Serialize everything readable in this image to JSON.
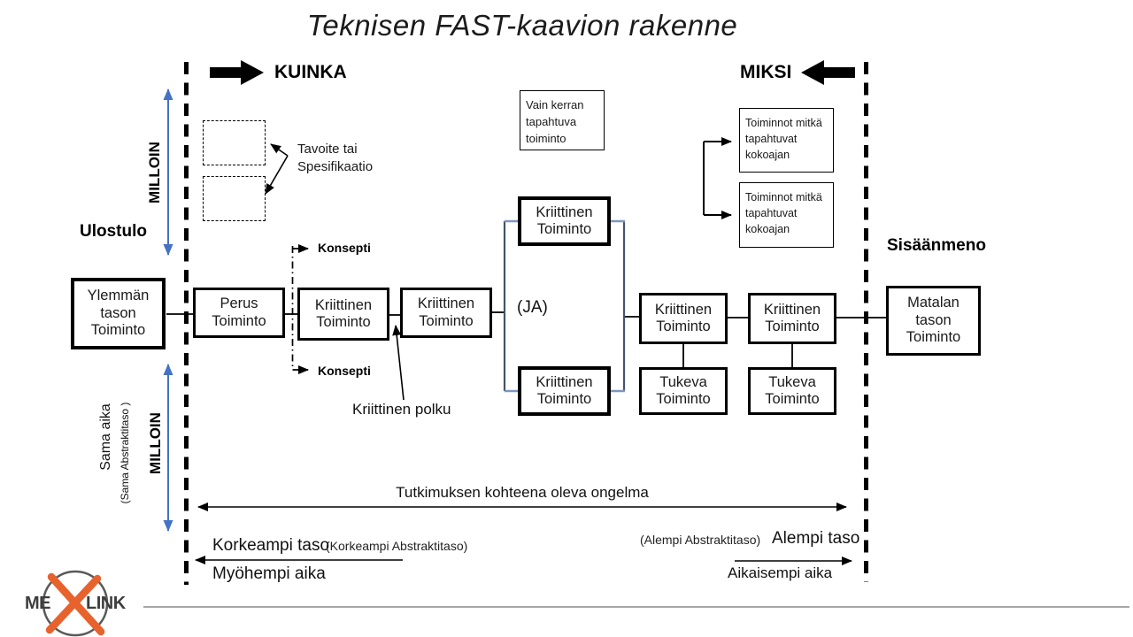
{
  "slide": {
    "title": "Teknisen FAST-kaavion rakenne"
  },
  "directions": {
    "kuinka": "KUINKA",
    "miksi": "MIKSI",
    "milloin_top": "MILLOIN",
    "milloin_bottom": "MILLOIN",
    "ulostulo": "Ulostulo",
    "sisaanmeno": "Sisäänmeno",
    "sama_aika": "Sama aika",
    "sama_abstraktitaso": "(Sama Abstraktitaso )"
  },
  "boxes": {
    "ylemman": "Ylemmän tason Toiminto",
    "perus": "Perus Toiminto",
    "kriittinen": "Kriittinen Toiminto",
    "tukeva": "Tukeva Toiminto",
    "matalan": "Matalan tason Toiminto",
    "vain_kerran": "Vain kerran tapahtuva toiminto",
    "toiminnot_kokoajan": "Toiminnot mitkä tapahtuvat kokoajan",
    "ja": "(JA)"
  },
  "labels": {
    "tavoite_line1": "Tavoite tai",
    "tavoite_line2": "Spesifikaatio",
    "konsepti_top": "Konsepti",
    "konsepti_bottom": "Konsepti",
    "kriittinen_polku": "Kriittinen polku",
    "tutkimus": "Tutkimuksen kohteena oleva ongelma",
    "korkeampi_taso": "Korkeampi taso",
    "korkeampi_abstraktitaso": "(Korkeampi Abstraktitaso)",
    "myohempi_aika": "Myöhempi aika",
    "alempi_abstraktitaso": "(Alempi Abstraktitaso)",
    "alempi_taso": "Alempi taso",
    "aikaisempi_aika": "Aikaisempi aika"
  },
  "logo": {
    "prefix": "ME",
    "suffix": "LINK"
  },
  "colors": {
    "blue_arrow": "#4472C4",
    "bracket": "#44546A",
    "bracket_stub": "#7F96BC",
    "logo_orange": "#E8622D",
    "logo_circle_gray": "#595959",
    "footer_line_gray": "#A6A6A6"
  }
}
